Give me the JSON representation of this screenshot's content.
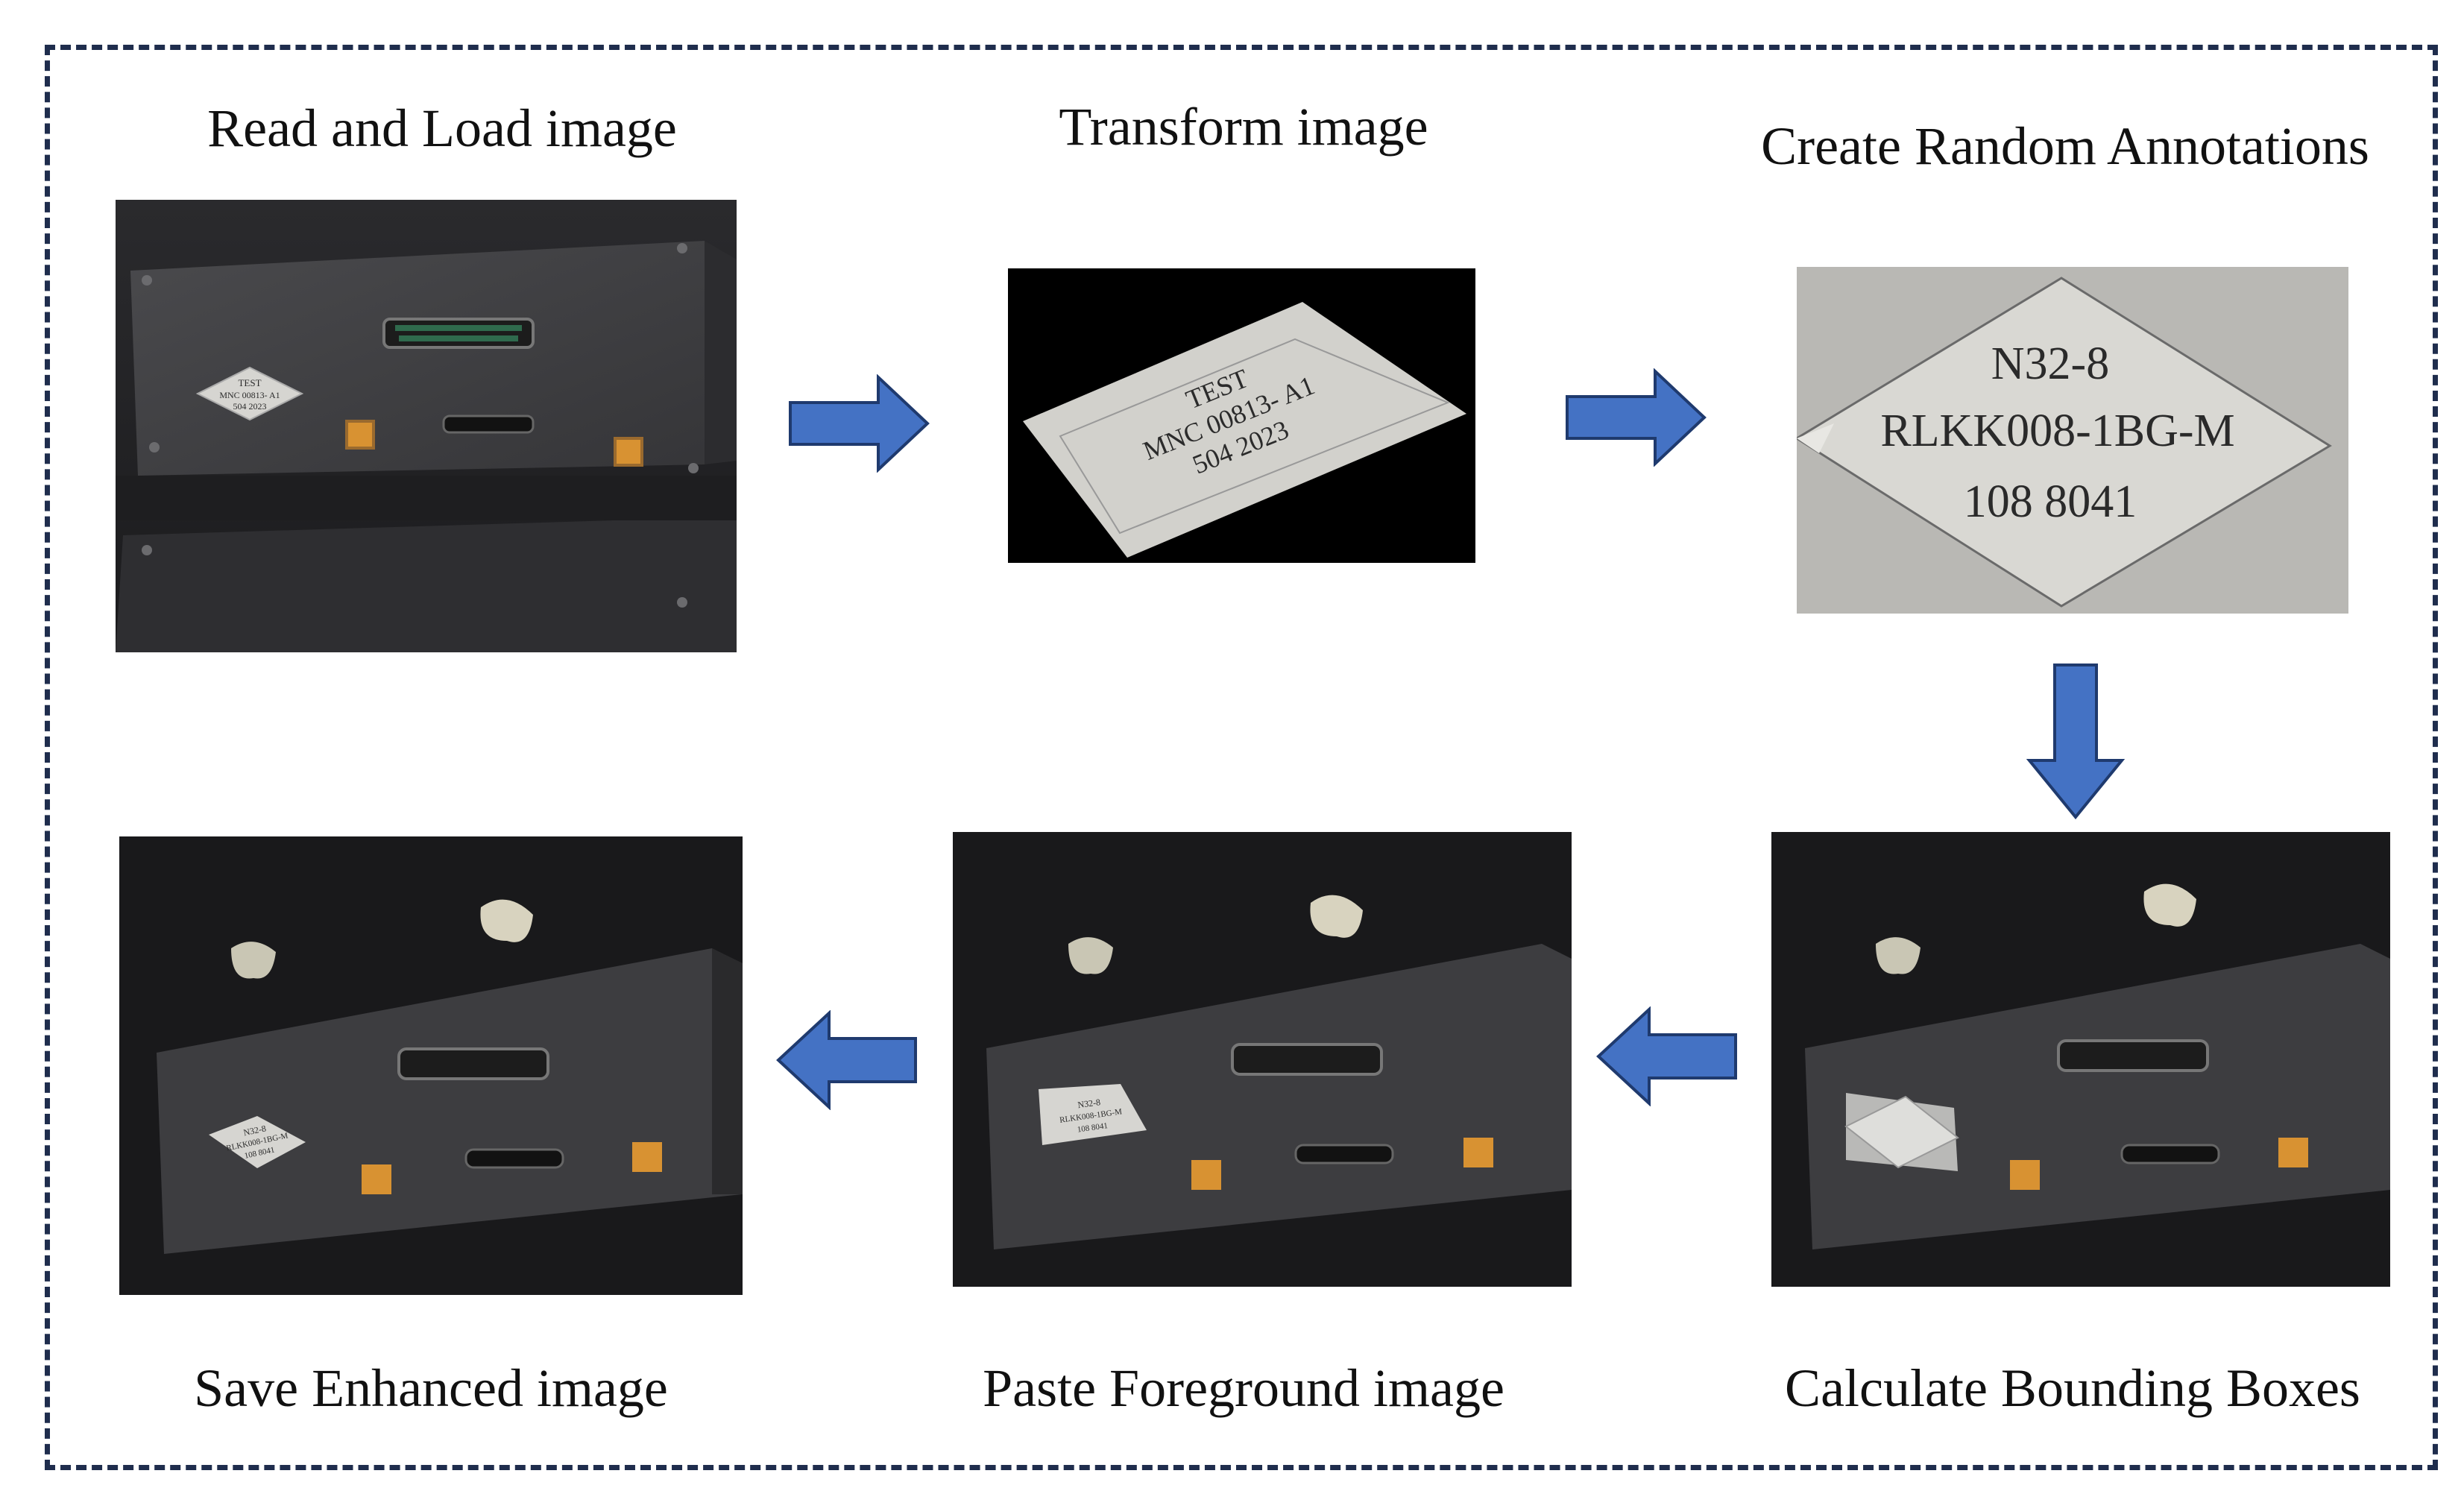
{
  "steps": {
    "read_load": "Read and Load image",
    "transform": "Transform image",
    "random_annotations": "Create Random Annotations",
    "bounding_boxes": "Calculate Bounding Boxes",
    "paste_foreground": "Paste Foreground image",
    "save_enhanced": "Save Enhanced image"
  },
  "labels": {
    "source_label": [
      "TEST",
      "MNC 00813- A1",
      "504 2023"
    ],
    "annotation_label": [
      "N32-8",
      "RLKK008-1BG-M",
      "108   8041"
    ],
    "pasted_label": [
      "N32-8",
      "RLKK008-1BG-M",
      "108  8041"
    ]
  },
  "colors": {
    "frame": "#1f2d4d",
    "arrow_fill": "#4472c4",
    "arrow_stroke": "#1f3a6e",
    "metal_dark": "#2b2b2e",
    "background_dark": "#151517",
    "label_paper": "#d9d8d4"
  }
}
